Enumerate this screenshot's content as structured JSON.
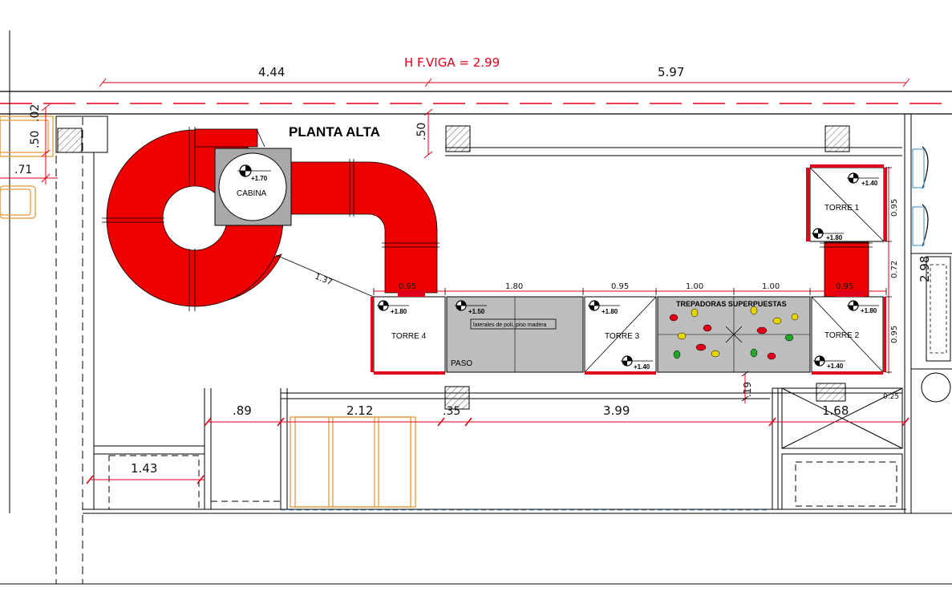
{
  "title": "PLANTA ALTA",
  "beam_note": "H F.VIGA = 2.99",
  "colors": {
    "slide": "#ee0000",
    "accent_red": "#e0001a",
    "platform_gray": "#bdbdbd",
    "wall_gray": "#808080",
    "cad_line": "#000000",
    "furniture_orange": "#e39a3a",
    "hold_yellow": "#e6d400",
    "hold_green": "#22a52a"
  },
  "dimensions": {
    "top_left": "4.44",
    "top_right": "5.97",
    "left_050": ".50",
    "left_002": ".02",
    "left_071": ".71",
    "col_050": ".50",
    "slide_137": "1.37",
    "seg_095_a": "0.95",
    "seg_180": "1.80",
    "seg_095_b": "0.95",
    "seg_100_a": "1.00",
    "seg_100_b": "1.00",
    "seg_095_c": "0.95",
    "right_095_top": "0.95",
    "right_072": "0.72",
    "right_095_bot": "0.95",
    "right_298": "2.98",
    "gap_019": ".19",
    "right_025": "0.25",
    "bot_089": ".89",
    "bot_212": "2.12",
    "bot_035": ".35",
    "bot_399": "3.99",
    "bot_168": "1.68",
    "bot_143": "1.43"
  },
  "rooms": {
    "cabina": "CABINA",
    "torre1": "TORRE 1",
    "torre2": "TORRE 2",
    "torre3": "TORRE 3",
    "torre4": "TORRE 4",
    "paso": "PASO",
    "paso_note": "laterales de poli, piso madera",
    "trepadoras": "TREPADORAS SUPERPUESTAS"
  },
  "levels": {
    "cabina": "+1.70",
    "torre1_top": "+1.40",
    "torre1_bottom": "+1.80",
    "torre4": "+1.80",
    "paso": "+1.50",
    "torre3_top": "+1.80",
    "torre3_bottom": "+1.40",
    "torre2_top": "+1.80",
    "torre2_bottom": "+1.40"
  }
}
